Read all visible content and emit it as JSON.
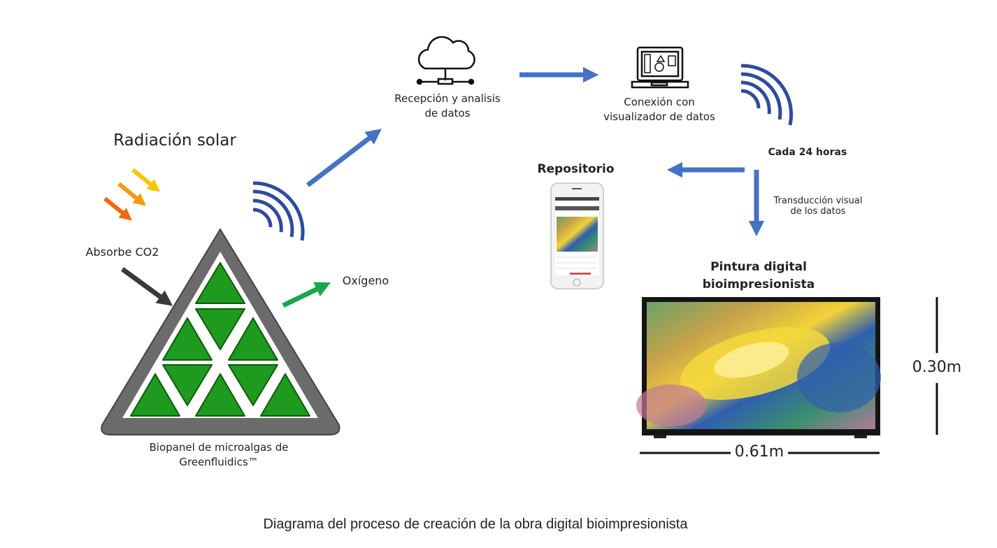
{
  "labels": {
    "reception": [
      "Recepción y analisis",
      "de datos"
    ],
    "connection": [
      "Conexión con",
      "visualizador de datos"
    ],
    "every24": "Cada 24 horas",
    "repository": "Repositorio",
    "transduction": [
      "Transducción visual",
      "de los datos"
    ],
    "painting": [
      "Pintura digital",
      "bioimpresionista"
    ],
    "height": "0.30m",
    "width": "0.61m",
    "solar": "Radiación solar",
    "co2": "Absorbe CO2",
    "oxygen": "Oxígeno",
    "biopanel": [
      "Biopanel de microalgas de",
      "Greenfluidics™"
    ]
  },
  "caption": "Diagrama del proceso de creación de la obra digital bioimpresionista",
  "colors": {
    "arrow": "#4472C4",
    "wifi": "#2E4C9E",
    "algae": "#1E9A1E",
    "frame": "#6b6b6b",
    "oxygen": "#17A84A"
  }
}
